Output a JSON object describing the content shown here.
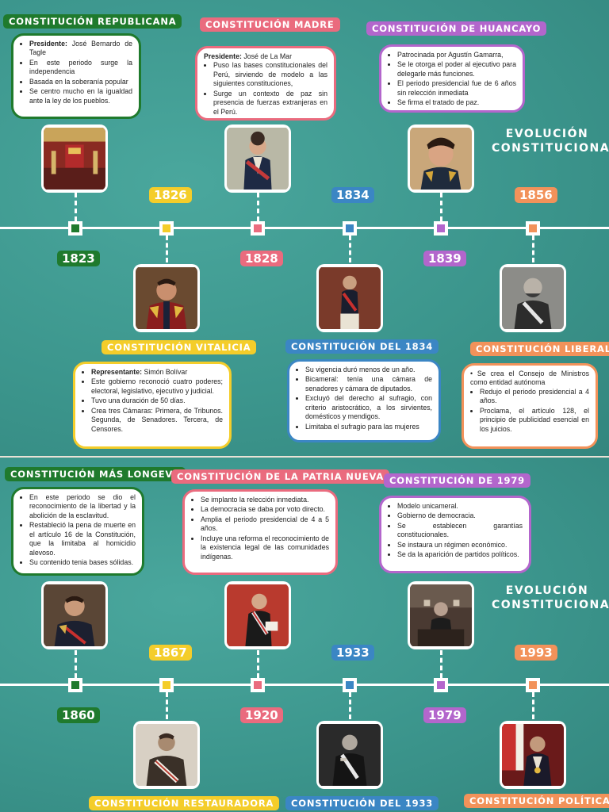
{
  "colors": {
    "green": "#1f7a2d",
    "yellow": "#f4cd2a",
    "pink": "#ea6b7e",
    "blue": "#3b86c4",
    "purple": "#b366cc",
    "orange": "#f2925a"
  },
  "title": {
    "line1": "EVOLUCIÓN",
    "line2": "CONSTITUCIONAL"
  },
  "panel1": {
    "years": [
      "1823",
      "1826",
      "1828",
      "1834",
      "1839",
      "1856"
    ],
    "tags": {
      "republicana": "Constitución Republicana",
      "madre": "Constitución Madre",
      "huancayo": "Constitución de Huancayo",
      "vitalicia": "Constitución Vitalicia",
      "c1834": "Constitución del 1834",
      "liberal": "Constitución Liberal"
    },
    "cards": {
      "republicana": {
        "items": [
          {
            "label": "Presidente:",
            "text": " José Bernardo de Tagle"
          },
          {
            "text": "En este periodo surge la independencia"
          },
          {
            "text": "Basada en la soberanía popular"
          },
          {
            "text": "Se centro mucho en la igualdad ante la ley de los pueblos."
          }
        ]
      },
      "madre": {
        "lead_label": "Presidente:",
        "lead_text": " José de La Mar",
        "items": [
          {
            "text": "Puso las bases constitucionales del Perú, sirviendo de modelo a las siguientes constituciones,"
          },
          {
            "text": "Surge un contexto de paz sin presencia de fuerzas extranjeras en el Perú."
          }
        ]
      },
      "huancayo": {
        "items": [
          {
            "text": "Patrocinada por Agustín Gamarra,"
          },
          {
            "text": "Se le otorga el poder al ejecutivo para delegarle más funciones."
          },
          {
            "text": "El periodo presidencial fue de 6 años sin relección inmediata"
          },
          {
            "text": "Se firma el tratado de paz."
          }
        ]
      },
      "vitalicia": {
        "items": [
          {
            "label": "Representante:",
            "text": " Simón Bolívar"
          },
          {
            "text": "Este gobierno reconoció cuatro poderes; electoral, legislativo, ejecutivo y judicial."
          },
          {
            "text": "Tuvo una duración de 50 días."
          },
          {
            "text": "Crea tres Cámaras: Primera, de Tribunos. Segunda, de Senadores. Tercera, de Censores."
          }
        ]
      },
      "c1834": {
        "items": [
          {
            "text": "Su vigencia duró menos de un año."
          },
          {
            "text": "Bicameral: tenía una cámara de senadores y cámara de diputados."
          },
          {
            "text": "Excluyó del derecho al sufragio, con criterio aristocrático, a los sirvientes, domésticos y mendigos."
          },
          {
            "text": "Limitaba el sufragio para las mujeres"
          }
        ]
      },
      "liberal": {
        "lead_text": "• Se crea el Consejo de Ministros como entidad autónoma",
        "items": [
          {
            "text": "Redujo el periodo presidencial a 4 años."
          },
          {
            "text": "Proclama, el artículo 128, el principio de publicidad esencial en los juicios."
          }
        ]
      }
    }
  },
  "panel2": {
    "years": [
      "1860",
      "1867",
      "1920",
      "1933",
      "1979",
      "1993"
    ],
    "tags": {
      "longeva": "Constitución más longeva",
      "patria": "Constitución de la Patria Nueva",
      "c1979": "Constitución de 1979",
      "restauradora": "Constitución Restauradora",
      "c1933": "Constitución del 1933",
      "politica": "Constitución Política del"
    },
    "cards": {
      "longeva": {
        "items": [
          {
            "text": "En este periodo se dio el reconocimiento de la libertad y la abolición de la esclavitud."
          },
          {
            "text": "Restableció la pena de muerte en el artículo 16 de la Constitución, que la limitaba al homicidio alevoso."
          },
          {
            "text": "Su contenido tenia bases sólidas."
          }
        ]
      },
      "patria": {
        "items": [
          {
            "text": "Se implanto la relección inmediata."
          },
          {
            "text": "La democracia se daba por voto directo."
          },
          {
            "text": "Amplia el periodo presidencial de 4 a 5 años."
          },
          {
            "text": "Incluye una reforma el reconocimiento de la existencia legal de las comunidades indígenas."
          }
        ]
      },
      "c1979": {
        "items": [
          {
            "text": "Modelo unicameral."
          },
          {
            "text": "Gobierno de democracia."
          },
          {
            "text": "Se establecen garantías constitucionales."
          },
          {
            "text": "Se instaura un régimen económico."
          },
          {
            "text": "Se da la aparición de partidos políticos."
          }
        ]
      }
    }
  }
}
